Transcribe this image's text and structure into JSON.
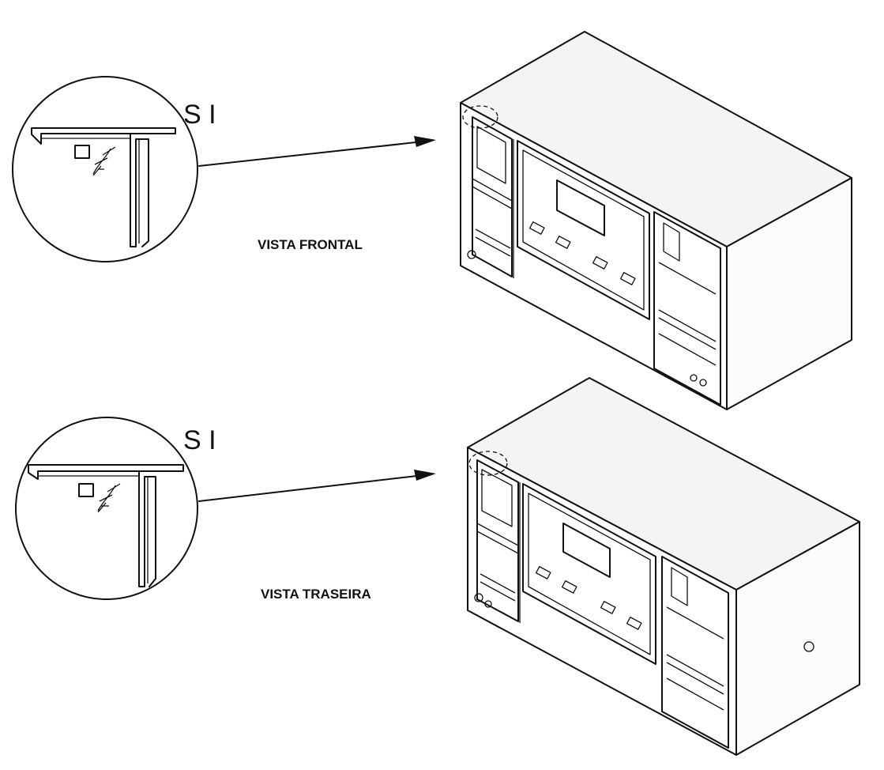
{
  "labels": {
    "front_view": "VISTA FRONTAL",
    "rear_view": "VISTA TRASEIRA"
  },
  "detail_marks": {
    "top": "S I",
    "bottom": "S I"
  },
  "colors": {
    "ink": "#111111",
    "paper": "#ffffff",
    "panel_top": "#f2f2f2",
    "panel_side": "#fafafa"
  }
}
